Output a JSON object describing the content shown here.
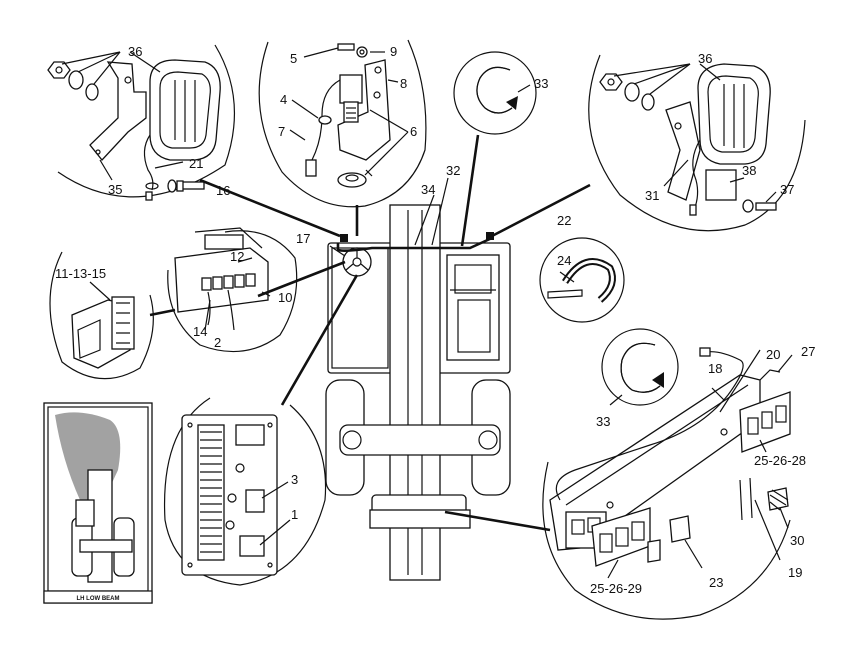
{
  "callouts": {
    "c36_left": "36",
    "c21": "21",
    "c35": "35",
    "c16": "16",
    "c5": "5",
    "c9": "9",
    "c8": "8",
    "c4": "4",
    "c7": "7",
    "c6": "6",
    "c33_top": "33",
    "c36_right": "36",
    "c38": "38",
    "c31": "31",
    "c37": "37",
    "c34": "34",
    "c32": "32",
    "c22": "22",
    "c17": "17",
    "c12": "12",
    "c10": "10",
    "c14": "14",
    "c2": "2",
    "c11_13_15": "11-13-15",
    "c24": "24",
    "c33_bottom": "33",
    "c18": "18",
    "c20": "20",
    "c27": "27",
    "c25_26_28": "25-26-28",
    "c30": "30",
    "c19": "19",
    "c23": "23",
    "c25_26_29": "25-26-29",
    "c3": "3",
    "c1": "1"
  },
  "inset_caption": "LH LOW BEAM"
}
